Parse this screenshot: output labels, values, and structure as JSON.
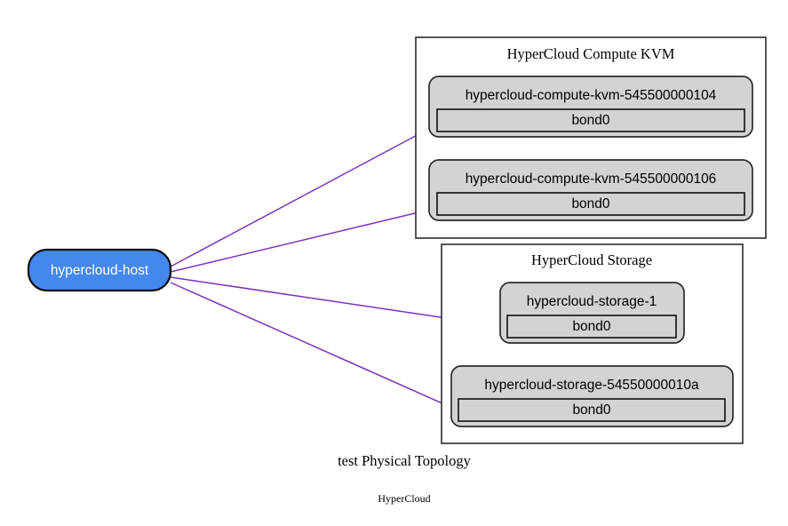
{
  "diagram": {
    "caption_main": "test Physical Topology",
    "caption_sub": "HyperCloud",
    "edge_color": "#7a33bb",
    "host_color": "#4488ee",
    "node_color": "#d3d3d3"
  },
  "host": {
    "label": "hypercloud-host"
  },
  "clusters": [
    {
      "title": "HyperCloud Compute KVM",
      "nodes": [
        {
          "label": "hypercloud-compute-kvm-545500000104",
          "port": "bond0"
        },
        {
          "label": "hypercloud-compute-kvm-545500000106",
          "port": "bond0"
        }
      ]
    },
    {
      "title": "HyperCloud Storage",
      "nodes": [
        {
          "label": "hypercloud-storage-1",
          "port": "bond0"
        },
        {
          "label": "hypercloud-storage-54550000010a",
          "port": "bond0"
        }
      ]
    }
  ]
}
